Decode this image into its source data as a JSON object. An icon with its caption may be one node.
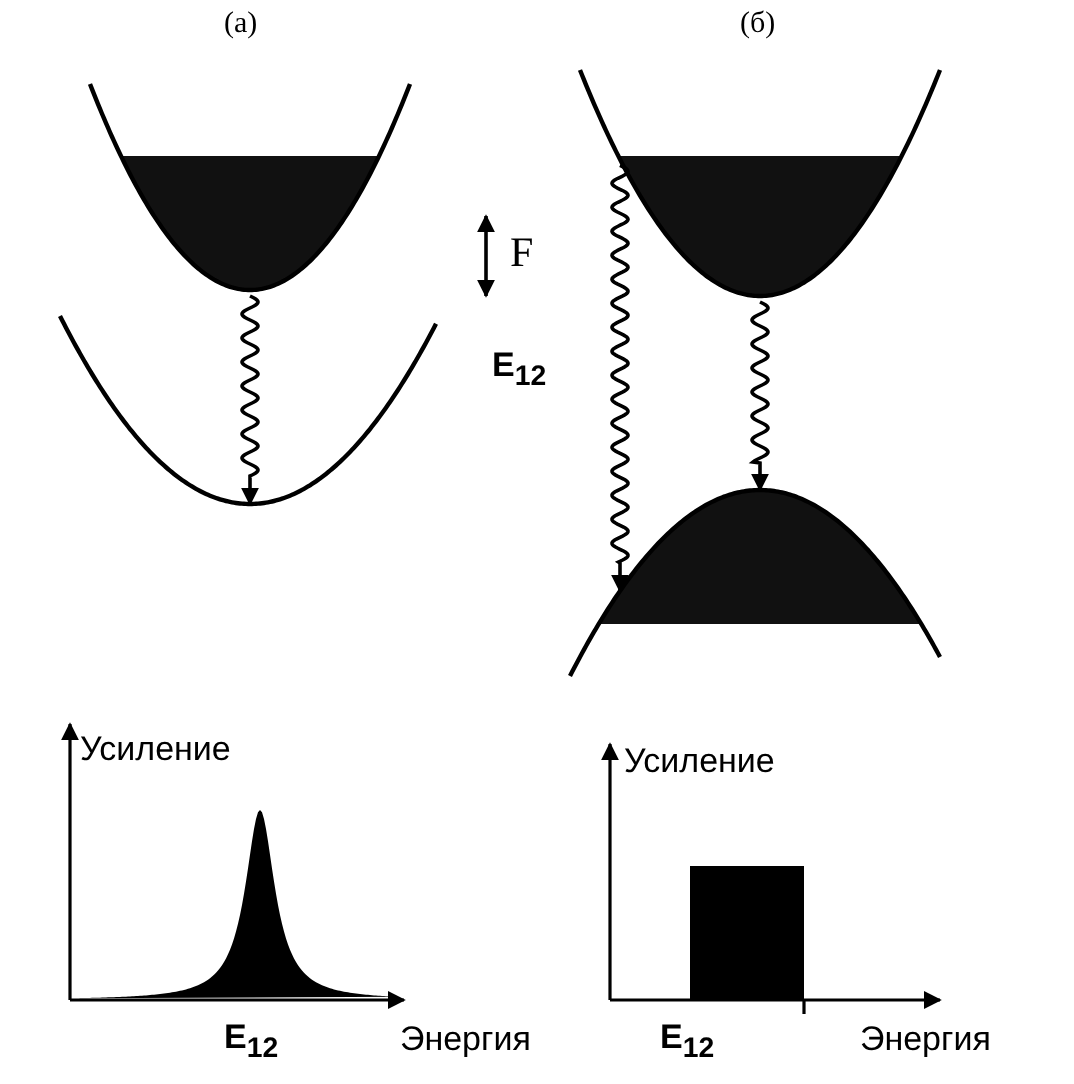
{
  "diagram": {
    "nodes": [
      {
        "text": [],
        "shape": "parabola"
      },
      {
        "text": [],
        "shape": "parabola"
      },
      {
        "text": [],
        "shape": "parabola"
      },
      {
        "text": [],
        "shape": "parabola"
      }
    ],
    "edges": [
      {
        "from": 0,
        "to": 1,
        "arrow": "to"
      },
      {
        "from": 2,
        "to": 3,
        "arrow": "to"
      },
      {
        "from": 2,
        "to": 3,
        "arrow": "to"
      }
    ],
    "labels": [
      "(а)",
      "(б)",
      "F",
      "E$_{12}$",
      "Усиление",
      "Усиление",
      "E$_{12}$",
      "Энергия",
      "E$_{12}$",
      "Энергия"
    ]
  }
}
